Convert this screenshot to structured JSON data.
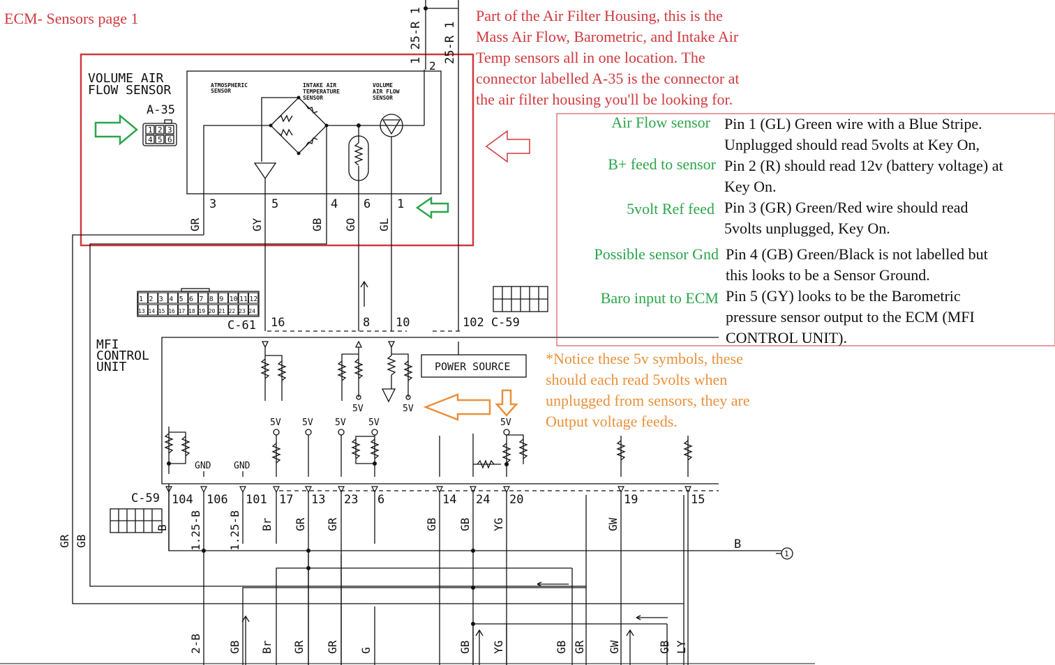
{
  "page_title": "ECM- Sensors page 1",
  "top_note": [
    "Part of the Air Filter Housing, this is the",
    "Mass Air Flow, Barometric, and Intake Air",
    "Temp sensors all in one location. The",
    "connector labelled A-35 is the connector at",
    "the air filter housing you'll be looking for."
  ],
  "sensor": {
    "title": [
      "VOLUME AIR",
      "FLOW SENSOR"
    ],
    "connector": "A-35",
    "pins": [
      "1",
      "2",
      "3",
      "4",
      "5",
      "6"
    ],
    "atmospheric": [
      "ATMOSPHERIC",
      "SENSOR"
    ],
    "intake_temp": [
      "INTAKE AIR",
      "TEMPERATURE",
      "SENSOR"
    ],
    "volume_flow": [
      "VOLUME",
      "AIR FLOW",
      "SENSOR"
    ],
    "pin_labels": [
      "3",
      "5",
      "4",
      "6",
      "1",
      "2"
    ],
    "wire_colors": [
      "GR",
      "GY",
      "GB",
      "GO",
      "GL"
    ],
    "top_wire_a": "1 25-R 1",
    "top_wire_b": "25-R 1"
  },
  "legend": [
    {
      "label": "Air Flow sensor",
      "text": [
        "Pin 1 (GL) Green wire with a Blue Stripe.",
        "Unplugged should read 5volts at Key On,"
      ]
    },
    {
      "label": "B+ feed to sensor",
      "text": [
        "Pin 2 (R) should read 12v (battery voltage) at",
        "Key On."
      ]
    },
    {
      "label": "5volt Ref feed",
      "text": [
        "Pin 3 (GR) Green/Red wire should read",
        "5volts unplugged, Key On."
      ]
    },
    {
      "label": "Possible sensor Gnd",
      "text": [
        "Pin 4 (GB) Green/Black is not labelled but",
        "this looks to be a Sensor Ground."
      ]
    },
    {
      "label": "Baro input to ECM",
      "text": [
        "Pin 5 (GY) looks to be the Barometric",
        "pressure sensor output to the ECM (MFI",
        "CONTROL UNIT)."
      ]
    }
  ],
  "orange_note": [
    "*Notice these 5v symbols, these",
    "should each read 5volts when",
    "unplugged from sensors, they are",
    "Output voltage feeds."
  ],
  "ecu": {
    "title": [
      "MFI",
      "CONTROL",
      "UNIT"
    ],
    "power_source": "POWER SOURCE",
    "c61": "C-61",
    "c59_top": "102 C-59",
    "c59_bottom": "C-59",
    "top_pins": [
      "16",
      "8",
      "10"
    ],
    "v5": "5V",
    "gnd": "GND",
    "c61_row1": [
      "1",
      "2",
      "3",
      "4",
      "5",
      "6",
      "7",
      "8",
      "9",
      "10",
      "11",
      "12"
    ],
    "c61_row2": [
      "13",
      "14",
      "15",
      "16",
      "17",
      "18",
      "19",
      "20",
      "21",
      "22",
      "23",
      "24"
    ],
    "bottom_pins": [
      "104",
      "106",
      "101",
      "17",
      "13",
      "23",
      "6",
      "14",
      "24",
      "20",
      "19",
      "15"
    ],
    "bottom_wires": [
      "B",
      "1.25-B",
      "1.25-B",
      "Br",
      "GR",
      "GR",
      "GB",
      "GB",
      "YG",
      "GW"
    ],
    "left_wires": [
      "GR",
      "GB"
    ],
    "ground_label": "B",
    "ground_circle": "1",
    "harness": [
      "2-B",
      "GB",
      "Br",
      "GR",
      "GR",
      "G",
      "GB",
      "YG",
      "GB",
      "GR",
      "GW",
      "GB",
      "LY"
    ]
  },
  "colors": {
    "red": "#d0393d",
    "green": "#2ba54a",
    "orange": "#e8913a",
    "line": "#111111"
  }
}
